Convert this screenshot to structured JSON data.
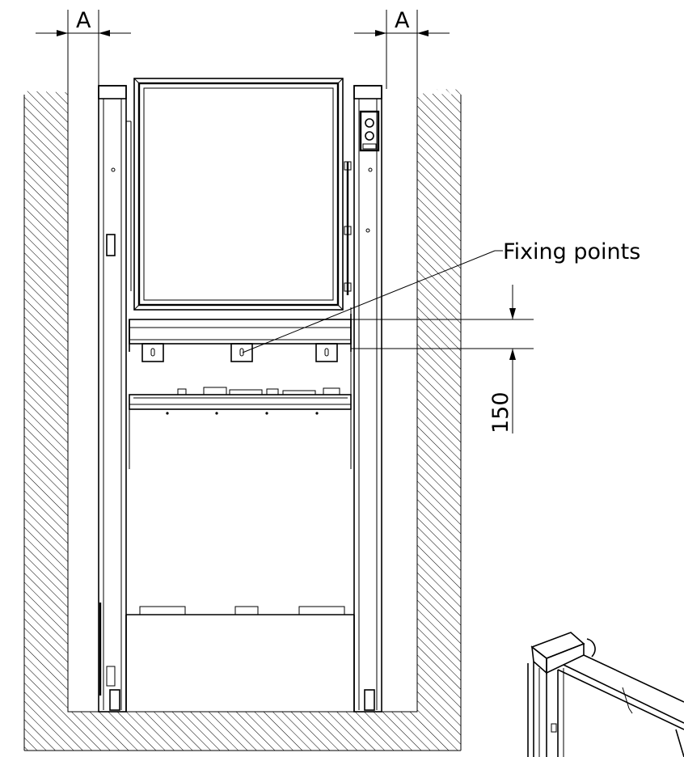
{
  "labels": {
    "dim_left": "A",
    "dim_right": "A",
    "fixing_points": "Fixing points",
    "dim_height": "150"
  },
  "colors": {
    "line": "#000000",
    "background": "#ffffff"
  }
}
